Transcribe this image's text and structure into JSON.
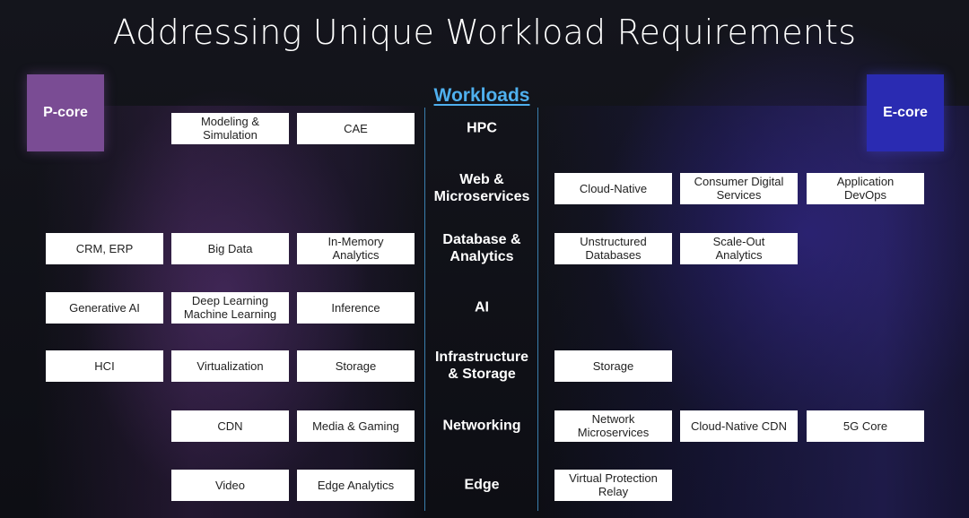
{
  "title": "Addressing Unique Workload Requirements",
  "pcore_label": "P-core",
  "ecore_label": "E-core",
  "workloads_header": "Workloads",
  "colors": {
    "pcore": "#7a4c94",
    "ecore": "#2a2bb2",
    "header_accent": "#4fb0ee",
    "box_fill": "#ffffff",
    "box_text": "#222222"
  },
  "rows": [
    {
      "workload": "HPC",
      "pcore": [
        "",
        "Modeling &\nSimulation",
        "CAE"
      ],
      "ecore": [
        "",
        "",
        ""
      ]
    },
    {
      "workload": "Web &\nMicroservices",
      "pcore": [
        "",
        "",
        ""
      ],
      "ecore": [
        "Cloud-Native",
        "Consumer Digital\nServices",
        "Application\nDevOps"
      ]
    },
    {
      "workload": "Database &\nAnalytics",
      "pcore": [
        "CRM, ERP",
        "Big Data",
        "In-Memory\nAnalytics"
      ],
      "ecore": [
        "Unstructured\nDatabases",
        "Scale-Out\nAnalytics",
        ""
      ]
    },
    {
      "workload": "AI",
      "pcore": [
        "Generative AI",
        "Deep Learning\nMachine Learning",
        "Inference"
      ],
      "ecore": [
        "",
        "",
        ""
      ]
    },
    {
      "workload": "Infrastructure\n& Storage",
      "pcore": [
        "HCI",
        "Virtualization",
        "Storage"
      ],
      "ecore": [
        "Storage",
        "",
        ""
      ]
    },
    {
      "workload": "Networking",
      "pcore": [
        "",
        "CDN",
        "Media & Gaming"
      ],
      "ecore": [
        "Network\nMicroservices",
        "Cloud-Native CDN",
        "5G Core"
      ]
    },
    {
      "workload": "Edge",
      "pcore": [
        "",
        "Video",
        "Edge Analytics"
      ],
      "ecore": [
        "Virtual Protection\nRelay",
        "",
        ""
      ]
    }
  ]
}
